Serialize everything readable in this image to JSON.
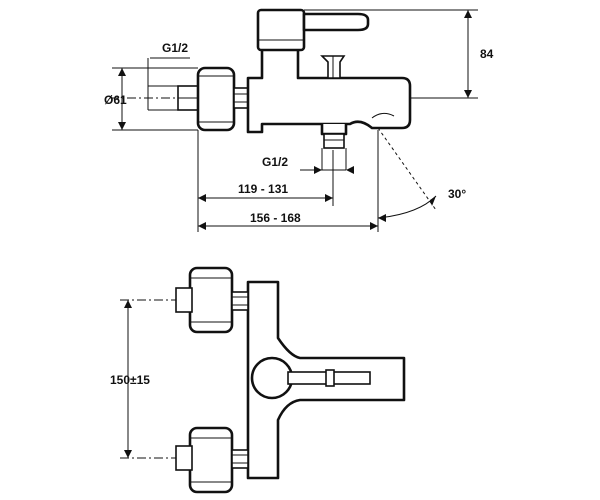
{
  "dimensions": {
    "thread_left": "G1/2",
    "diameter": "Ø61",
    "height": "84",
    "thread_bottom": "G1/2",
    "span_short": "119 - 131",
    "span_long": "156 - 168",
    "angle": "30°",
    "centers": "150±15"
  }
}
